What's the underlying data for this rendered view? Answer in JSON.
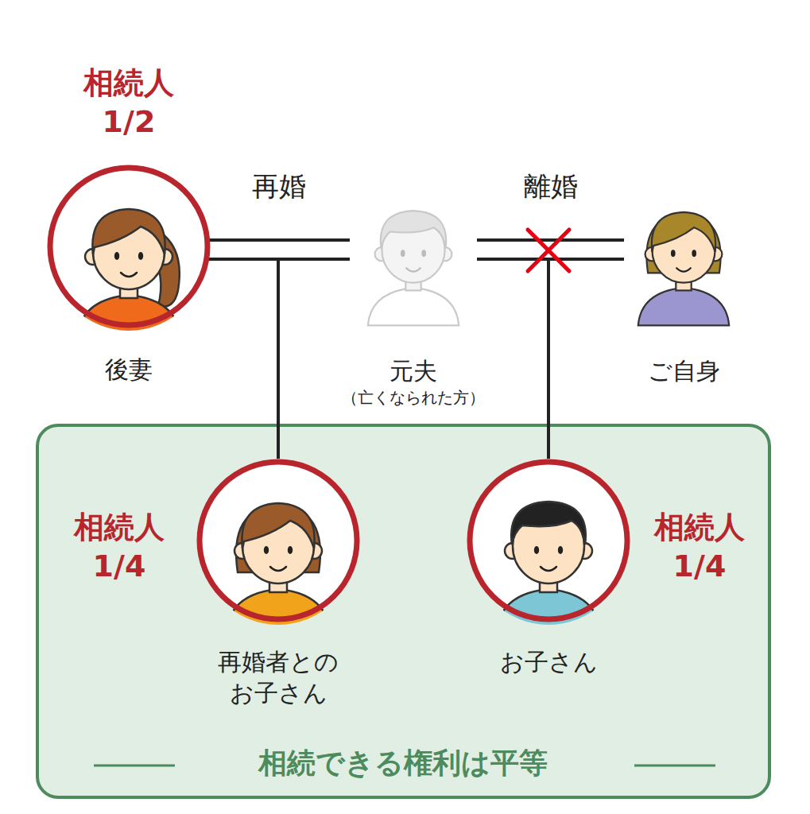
{
  "diagram": {
    "nodes": [
      {
        "text": [
          "相続人 1/2",
          "後妻"
        ]
      },
      {
        "text": [
          "元夫",
          "（亡くなられた方）"
        ]
      },
      {
        "text": [
          "ご自身"
        ]
      },
      {
        "text": [
          "相続できる権利は平等"
        ]
      },
      {
        "text": [
          "相続人 1/4",
          "再婚者との お子さん"
        ],
        "in": 3
      },
      {
        "text": [
          "相続人 1/4",
          "お子さん"
        ],
        "in": 3
      }
    ],
    "edges": [
      {
        "from": 0,
        "to": 1,
        "label": "再婚",
        "arrow": "none"
      },
      {
        "from": 1,
        "to": 2,
        "label": "離婚",
        "arrow": "none"
      },
      {
        "from": 1,
        "to": 4,
        "arrow": "none"
      },
      {
        "from": 1,
        "to": 5,
        "arrow": "none"
      }
    ]
  }
}
